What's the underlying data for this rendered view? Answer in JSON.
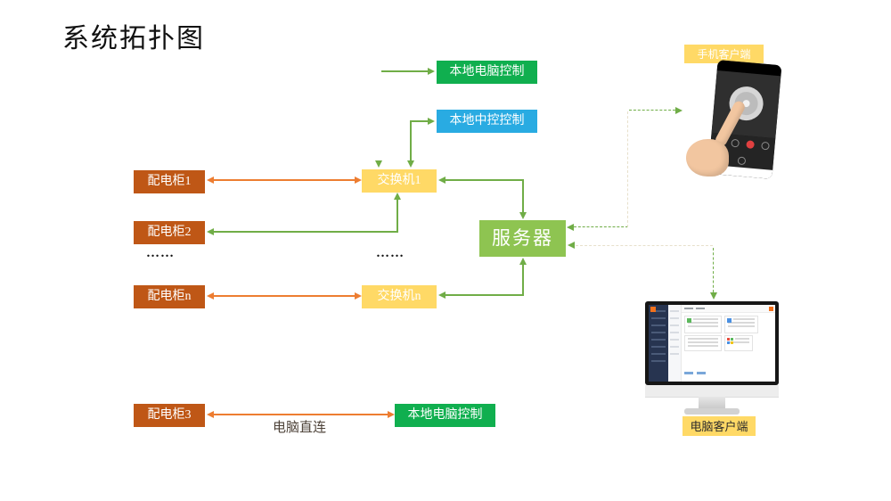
{
  "title": "系统拓扑图",
  "nodes": {
    "local_pc_top": "本地电脑控制",
    "local_central": "本地中控控制",
    "cabinet1": "配电柜1",
    "cabinet2": "配电柜2",
    "cabinet_n": "配电柜n",
    "cabinet3": "配电柜3",
    "switch1": "交换机1",
    "switch_n": "交换机n",
    "server": "服务器",
    "phone_client": "手机客户端",
    "pc_client": "电脑客户端",
    "local_pc_bottom": "本地电脑控制"
  },
  "labels": {
    "direct_connect": "电脑直连",
    "ellipsis_left": "……",
    "ellipsis_middle": "……"
  },
  "icons": {
    "phone_illustration": "hand-touching-phone-remote-app",
    "monitor_illustration": "desktop-admin-dashboard"
  },
  "colors": {
    "green_box": "#10AF4F",
    "blue_box": "#29ABE2",
    "cabinet_box": "#BF5716",
    "switch_box": "#FFD966",
    "server_box": "#8EC451",
    "client_label": "#FFD966",
    "arrow_orange": "#ED7D31",
    "arrow_green": "#70AD47"
  }
}
